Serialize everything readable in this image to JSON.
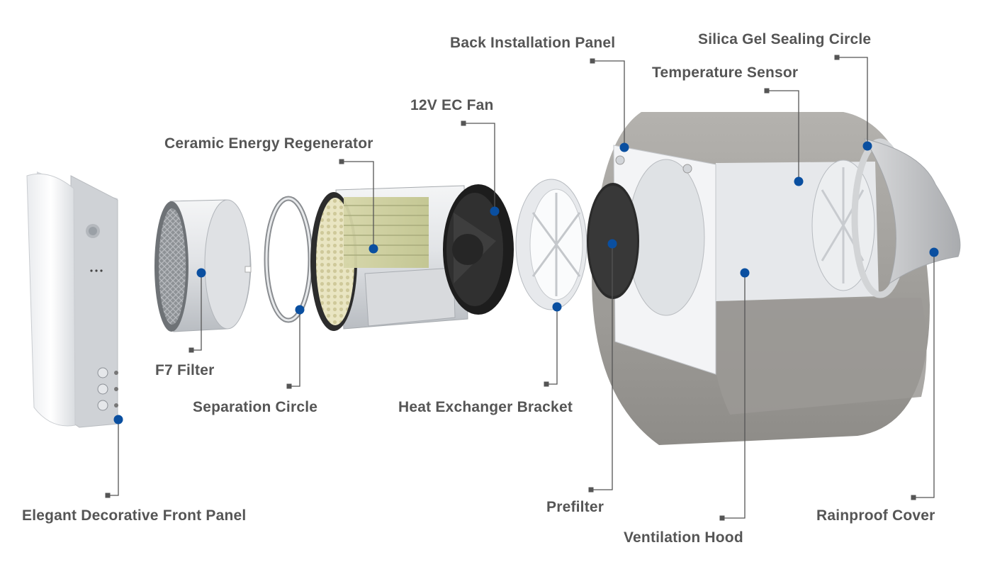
{
  "colors": {
    "background": "#ffffff",
    "label_text": "#555555",
    "leader_line": "#555555",
    "callout_dot": "#0a4fa0"
  },
  "components": [
    {
      "id": "front-panel",
      "label": "Elegant Decorative Front Panel"
    },
    {
      "id": "f7-filter",
      "label": "F7 Filter"
    },
    {
      "id": "separation-circle",
      "label": "Separation Circle"
    },
    {
      "id": "ceramic-regenerator",
      "label": "Ceramic Energy Regenerator"
    },
    {
      "id": "ec-fan",
      "label": "12V EC Fan"
    },
    {
      "id": "heat-exchanger-bracket",
      "label": "Heat Exchanger Bracket"
    },
    {
      "id": "back-installation-panel",
      "label": "Back Installation Panel"
    },
    {
      "id": "prefilter",
      "label": "Prefilter"
    },
    {
      "id": "ventilation-hood",
      "label": "Ventilation Hood"
    },
    {
      "id": "temperature-sensor",
      "label": "Temperature Sensor"
    },
    {
      "id": "silica-gel-sealing-circle",
      "label": "Silica Gel Sealing Circle"
    },
    {
      "id": "rainproof-cover",
      "label": "Rainproof Cover"
    }
  ]
}
